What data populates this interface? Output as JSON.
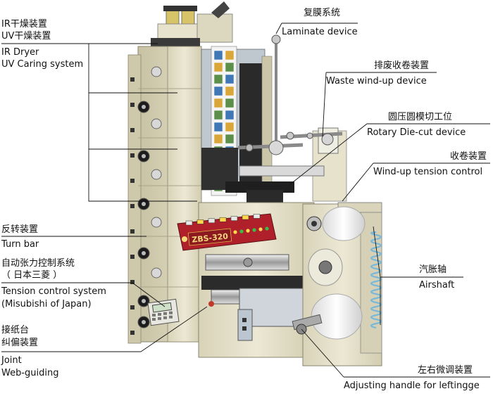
{
  "labels": {
    "ir_dryer_cn": "IR干燥装置",
    "uv_dryer_cn": "UV干燥装置",
    "ir_dryer_en": "IR Dryer",
    "uv_caring_en": "UV Caring system",
    "laminate_cn": "复膜系统",
    "laminate_en": "Laminate device",
    "waste_cn": "排废收卷装置",
    "waste_en": "Waste wind-up device",
    "diecut_cn": "圆压圆模切工位",
    "diecut_en": "Rotary Die-cut device",
    "windup_cn": "收卷装置",
    "windup_en": "Wind-up tension control",
    "turnbar_cn": "反转装置",
    "turnbar_en": "Turn bar",
    "tension_cn": "自动张力控制系统",
    "tension_cn2": "（ 日本三菱 ）",
    "tension_en": "Tension control system",
    "tension_en2": "(Misubishi of Japan)",
    "airshaft_cn": "汽胀轴",
    "airshaft_en": "Airshaft",
    "joint_cn": "接纸台",
    "webguide_cn": "纠偏装置",
    "joint_en": "Joint",
    "webguide_en": "Web-guiding",
    "adjust_cn": "左右微调装置",
    "adjust_en": "Adjusting handle for leftingge"
  },
  "machine": {
    "model_plate": "ZBS-320"
  },
  "colors": {
    "frame": "#e6e2cc",
    "frame_dark": "#c9c4a6",
    "panel_red": "#b0202a",
    "gold": "#c9a227",
    "leader": "#111111"
  }
}
